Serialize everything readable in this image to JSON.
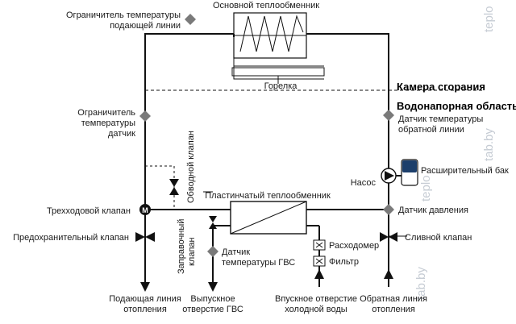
{
  "zones": {
    "combustion": "Камера сгорания",
    "water": "Водонапорная область"
  },
  "labels": {
    "main_hx": "Основной теплообменник",
    "burner": "Горелка",
    "supply_limiter": [
      "Ограничитель температуры",
      "подающей линии"
    ],
    "sensor_limiter": [
      "Ограничитель",
      "температуры",
      "датчик"
    ],
    "return_sensor": [
      "Датчик температуры",
      "обратной линии"
    ],
    "pump": "Насос",
    "expansion_tank": "Расширительный бак",
    "bypass": "Обводной клапан",
    "plate_hx": "Пластинчатый теплообменник",
    "three_way": "Трехходовой клапан",
    "pressure_sensor": "Датчик давления",
    "safety_valve": "Предохранительный клапан",
    "drain_valve": "Сливной клапан",
    "fill_valve": [
      "Заправочный",
      "клапан"
    ],
    "dhw_sensor": [
      "Датчик",
      "температуры ГВС"
    ],
    "flowmeter": "Расходомер",
    "filter": "Фильтр",
    "supply_out": [
      "Подающая линия",
      "отопления"
    ],
    "dhw_out": [
      "Выпускное",
      "отверстие ГВС"
    ],
    "cold_in": [
      "Впускное отверстие",
      "холодной воды"
    ],
    "return_in": [
      "Обратная линия",
      "отопления"
    ],
    "valve_symbol": "M"
  },
  "watermark": [
    "teplo",
    "tab.by"
  ],
  "colors": {
    "line": "#111111",
    "sensor": "#7a7a7a",
    "tank": "#1d3f6b",
    "watermark": "#c6ccd4"
  },
  "icons": [
    "diamond-sensor-icon",
    "valve-icon",
    "pump-icon",
    "tank-icon",
    "arrow-down-icon",
    "arrow-up-icon"
  ]
}
